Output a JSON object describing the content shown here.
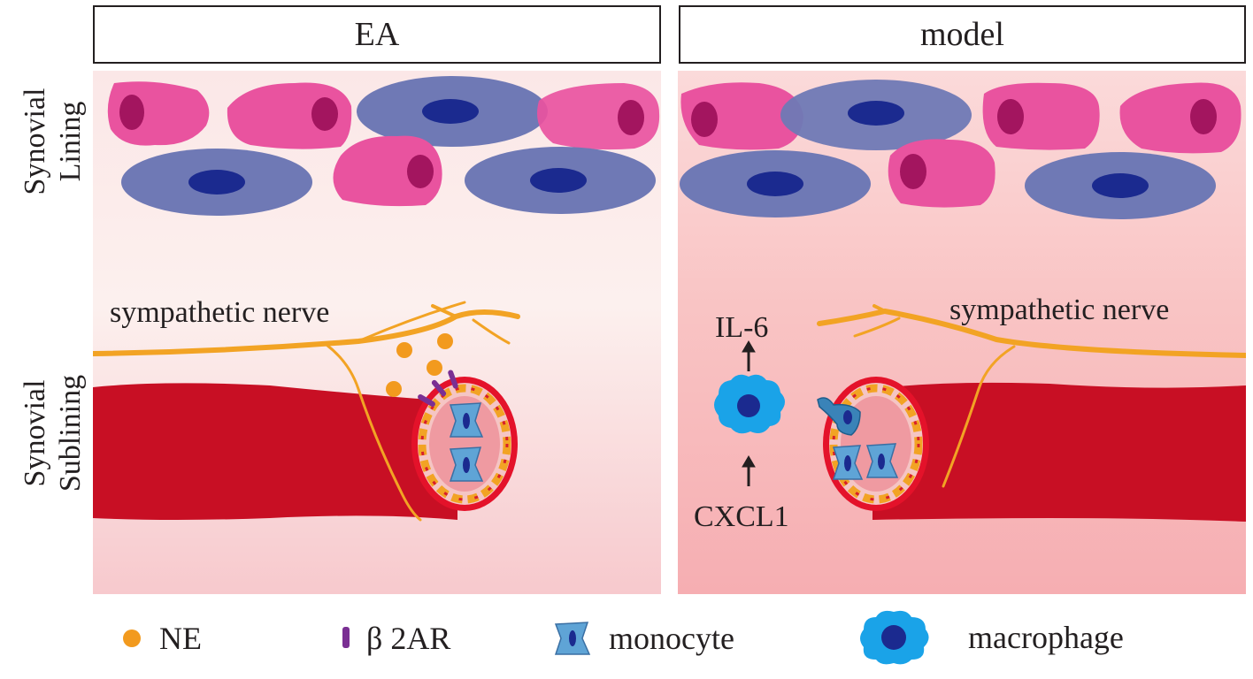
{
  "panels": {
    "left": {
      "title": "EA",
      "nerve_label": "sympathetic nerve"
    },
    "right": {
      "title": "model",
      "nerve_label": "sympathetic nerve",
      "cytokine_top": "IL-6",
      "cytokine_bottom": "CXCL1"
    }
  },
  "row_labels": {
    "lining": [
      "Synovial",
      "Lining"
    ],
    "sublining": [
      "Synovial",
      "Sublining"
    ]
  },
  "legend": [
    {
      "label": "NE",
      "icon": "orange-dot-icon"
    },
    {
      "label": "β 2AR",
      "icon": "purple-receptor-icon"
    },
    {
      "label": "monocyte",
      "icon": "monocyte-icon"
    },
    {
      "label": "macrophage",
      "icon": "macrophage-icon"
    }
  ],
  "colors": {
    "fibroblast": "#e9539f",
    "fibroblast_nucleus": "#a3155f",
    "macrophage_lining": "#6f79b5",
    "nucleus_dark": "#1b2a8f",
    "vessel": "#c80f24",
    "nerve": "#f2a324",
    "ne": "#f29a1e",
    "receptor": "#7a2f93",
    "monocyte": "#5fa4d6",
    "macrophage": "#1aa3e8"
  }
}
